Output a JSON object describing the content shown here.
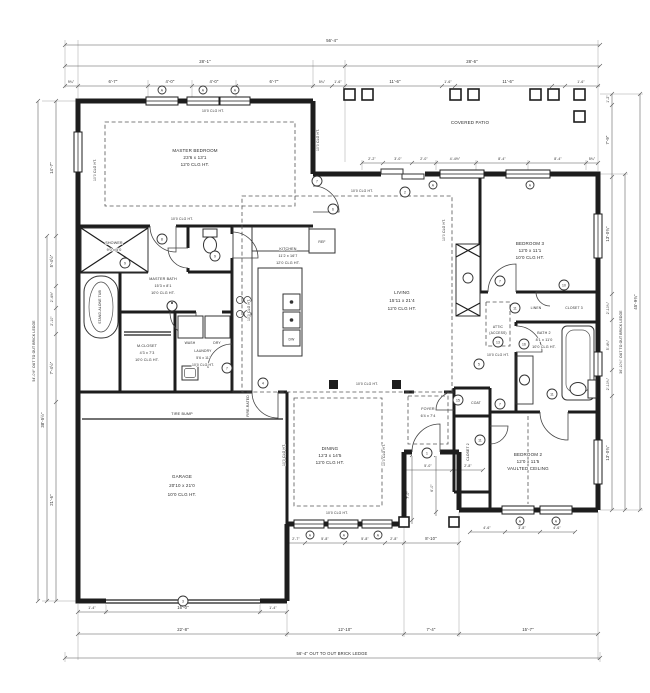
{
  "sheet": {
    "bg": "#ffffff",
    "ink": "#1d1d1d"
  },
  "rooms": {
    "master_bedroom": {
      "name": "MASTER BEDROOM",
      "size": "23'6 x 13'1",
      "clg": "12'0 CLG HT."
    },
    "master_bath": {
      "name": "MASTER BATH",
      "size": "15'3 x 8'1",
      "clg": "10'0 CLG HT."
    },
    "shower": {
      "name": "SHOWER",
      "size": "9'0 x 5'0"
    },
    "tub": {
      "name": "STAND-ALONE TUB"
    },
    "mcloset": {
      "name": "M.CLOSET",
      "size": "4'3 x 7'3",
      "clg": "10'0 CLG HT."
    },
    "laundry": {
      "name": "LAUNDRY",
      "size": "5'6 x 11'",
      "clg": "10'0 CLG HT."
    },
    "kitchen": {
      "name": "KITCHEN",
      "size": "11'2 x 16'7",
      "clg": "12'0 CLG HT."
    },
    "living": {
      "name": "LIVING",
      "size": "15'11 x 21'4",
      "clg": "12'0 CLG HT."
    },
    "dining": {
      "name": "DINING",
      "size": "12'3 x 14'5",
      "clg": "12'0 CLG HT."
    },
    "foyer": {
      "name": "FOYER",
      "size": "6'4 x 7'4"
    },
    "garage": {
      "name": "GARAGE",
      "size": "20'10 x 21'0",
      "clg": "10'0 CLG HT."
    },
    "patio": {
      "name": "COVERED PATIO"
    },
    "bedroom2": {
      "name": "BEDROOM 2",
      "size": "12'0 x 11'5",
      "clg": "VAULTED CEILING"
    },
    "bedroom3": {
      "name": "BEDROOM 3",
      "size": "12'0 x 11'1",
      "clg": "10'0 CLG HT."
    },
    "bath2": {
      "name": "BATH 2",
      "size": "8'1 x 11'0",
      "clg": "10'0 CLG HT."
    },
    "linen": "LINEN",
    "closet2": "CLOSET 2",
    "closet3": "CLOSET 3",
    "coat": "COAT",
    "attic1": "ATTIC",
    "attic2": "(ACCESS)",
    "tire_bump": "TIRE BUMP",
    "fire_rated": "FIRE-RATED",
    "ref": "REF",
    "dw": "DW",
    "wash": "WASH",
    "dry": "DRY",
    "clg10": "10'0 CLG HT."
  },
  "dims": {
    "overall_top": "56'-4\"",
    "top_left": "28'-1\"",
    "top_right": "28'-6\"",
    "top_row3": [
      "9¾\"",
      "6'-7\"",
      "4'-0\"",
      "4'-0\"",
      "6'-7\"",
      "5¾\"",
      "1'-6\"",
      "11'-6\"",
      "1'-6\"",
      "11'-6\"",
      "1'-6\""
    ],
    "patio_row": [
      "2'-2\"",
      "3'-0\"",
      "2'-0\"",
      "4'-4½\"",
      "8'-4\"",
      "8'-4\"",
      "5¾\""
    ],
    "left_chain": [
      "14'-7\"",
      "5'-4½\"",
      "2'-4½\"",
      "2'-10\"",
      "7'-4½\"",
      "21'-6\""
    ],
    "left_inner": "38'-5½\"",
    "left_outer": "54'-0½\" OUT TO OUT BRICK LEDGE",
    "right_chain": [
      "1'-2\"",
      "7'-9\"",
      "13'-0¾\"",
      "2'-10¾\"",
      "5'-4¾\"",
      "2'-10¾\"",
      "13'-0¾\""
    ],
    "right_inner": "36'-10¾\" OUT TO OUT BRICK LEDGE",
    "right_outer": "45'-9¾\"",
    "dining_windows": [
      "2'-7\"",
      "5'-8\"",
      "5'-8\"",
      "2'-8\""
    ],
    "porch_width": "8'-10\"",
    "bed2_windows": [
      "4'-6\"",
      "3'-8\"",
      "4'-6\""
    ],
    "entry": [
      "5'-0\"",
      "2'-8\""
    ],
    "entry_v": [
      "7'-0\"",
      "6'-0\""
    ],
    "garage_door": [
      "1'-4\"",
      "16'-0\"",
      "1'-4\""
    ],
    "bottom_chain": [
      "22'-8\"",
      "12'-10\"",
      "7'-4\"",
      "15'-7\""
    ],
    "overall_bottom": "56'-4\" OUT TO OUT BRICK LEDGE"
  },
  "tags": {
    "a": "A",
    "n1": "1",
    "n2": "2",
    "n3": "3",
    "n4": "4",
    "n5": "5",
    "n6": "6",
    "n7": "7",
    "n8": "8",
    "n9": "9",
    "n10": "10",
    "n11": "11",
    "n13": "13",
    "n15": "15",
    "n16": "16"
  }
}
